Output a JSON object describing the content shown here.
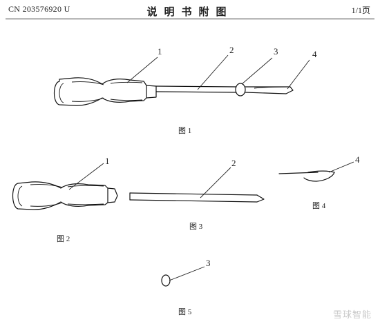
{
  "header": {
    "doc_number": "CN 203576920 U",
    "title": "说明书附图",
    "page": "1/1页"
  },
  "figures": {
    "fig1": {
      "caption": "图 1",
      "labels": [
        "1",
        "2",
        "3",
        "4"
      ]
    },
    "fig2": {
      "caption": "图 2",
      "labels": [
        "1"
      ]
    },
    "fig3": {
      "caption": "图 3",
      "labels": [
        "2"
      ]
    },
    "fig4": {
      "caption": "图 4",
      "labels": [
        "4"
      ]
    },
    "fig5": {
      "caption": "图 5",
      "labels": [
        "3"
      ]
    }
  },
  "watermark": "雪球智能"
}
